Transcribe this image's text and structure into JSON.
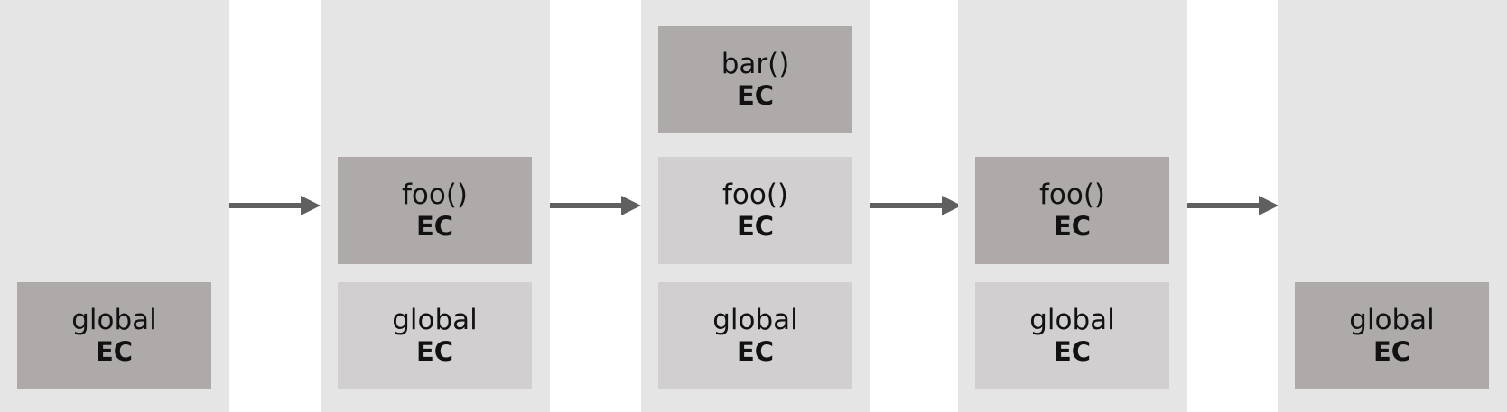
{
  "frames": [
    {
      "stack": [
        {
          "label": "global",
          "ec": "EC",
          "active": true
        }
      ]
    },
    {
      "stack": [
        {
          "label": "foo()",
          "ec": "EC",
          "active": true
        },
        {
          "label": "global",
          "ec": "EC",
          "active": false
        }
      ]
    },
    {
      "stack": [
        {
          "label": "bar()",
          "ec": "EC",
          "active": true
        },
        {
          "label": "foo()",
          "ec": "EC",
          "active": false
        },
        {
          "label": "global",
          "ec": "EC",
          "active": false
        }
      ]
    },
    {
      "stack": [
        {
          "label": "foo()",
          "ec": "EC",
          "active": true
        },
        {
          "label": "global",
          "ec": "EC",
          "active": false
        }
      ]
    },
    {
      "stack": [
        {
          "label": "global",
          "ec": "EC",
          "active": true
        }
      ]
    }
  ],
  "colors": {
    "column_bg": "#e5e5e5",
    "active_box": "#aeaaa9",
    "inactive_box": "#d1cfd0",
    "arrow": "#5f5f5f"
  }
}
